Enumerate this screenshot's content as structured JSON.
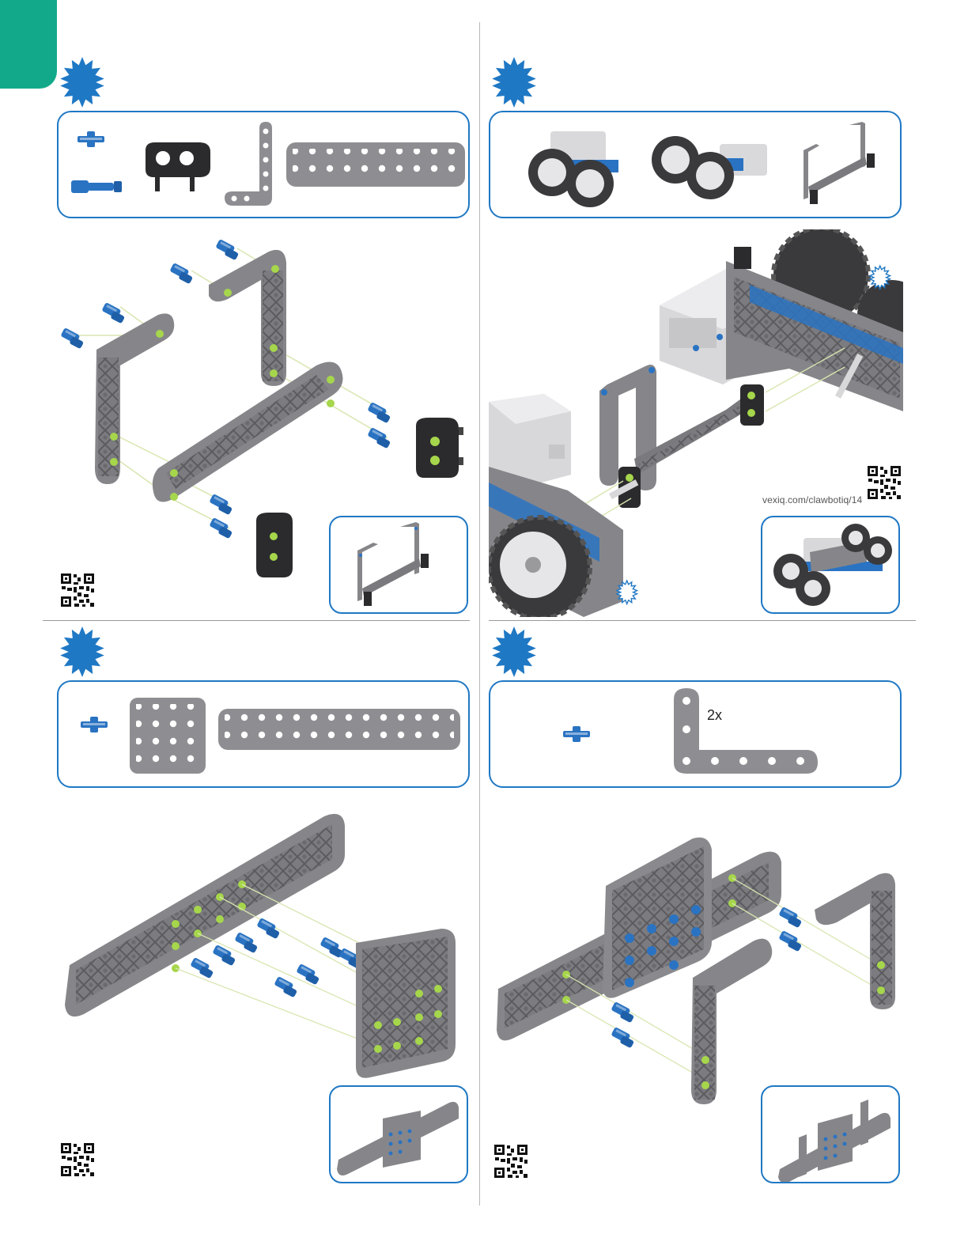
{
  "steps": [
    {
      "panel": "top-left",
      "parts": [
        "pin",
        "connector-pin",
        "corner-connector",
        "l-beam",
        "flat-beam"
      ]
    },
    {
      "panel": "top-right",
      "parts": [
        "drivetrain-left",
        "drivetrain-right",
        "subassembly"
      ],
      "url": "vexiq.com/clawbotiq/14"
    },
    {
      "panel": "bottom-left",
      "parts": [
        "pin",
        "square-plate",
        "flat-beam"
      ]
    },
    {
      "panel": "bottom-right",
      "parts": [
        "pin",
        "l-beam"
      ],
      "quantity": "2x"
    }
  ],
  "colors": {
    "tab": "#12a98a",
    "accent_blue": "#1f78c4",
    "beam_grey": "#8e8e92",
    "beam_dark": "#6a6a6e",
    "pin_blue": "#2a73c2",
    "hole_green": "#a6d64b"
  },
  "icons": [
    "step-burst-icon",
    "qr-code-icon",
    "callout-burst-icon"
  ]
}
